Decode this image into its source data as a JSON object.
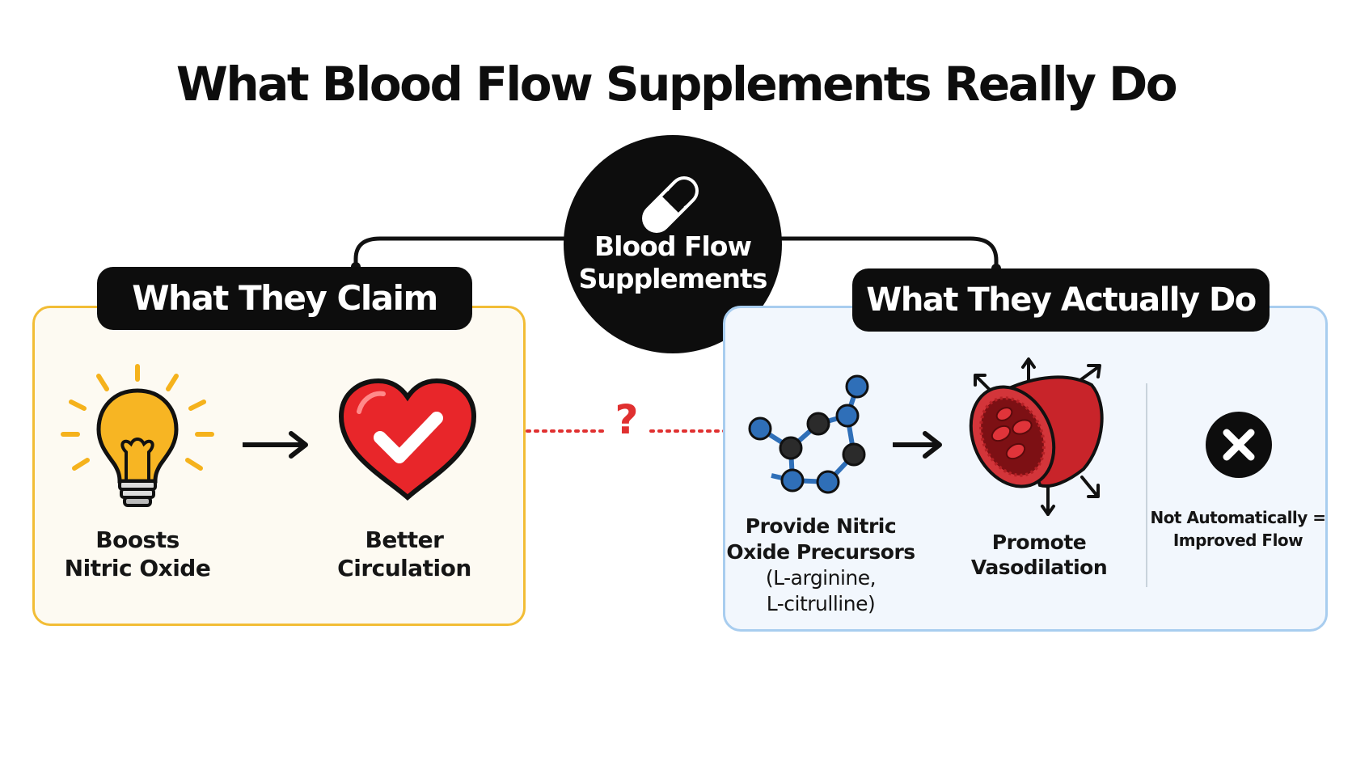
{
  "title": "What Blood Flow Supplements Really Do",
  "hub": {
    "label_line1": "Blood Flow",
    "label_line2": "Supplements",
    "icon": "pill-capsule-icon"
  },
  "claim_panel": {
    "heading": "What They Claim",
    "steps": [
      {
        "icon": "lightbulb-icon",
        "line1": "Boosts",
        "line2": "Nitric Oxide"
      },
      {
        "icon": "heart-check-icon",
        "line1": "Better",
        "line2": "Circulation"
      }
    ]
  },
  "connector_mark": "?",
  "actual_panel": {
    "heading": "What They Actually Do",
    "steps": [
      {
        "icon": "molecule-icon",
        "line1": "Provide Nitric",
        "line2": "Oxide Precursors",
        "line3": "(L-arginine,",
        "line4": "L-citrulline)"
      },
      {
        "icon": "blood-vessel-icon",
        "line1": "Promote",
        "line2": "Vasodilation"
      },
      {
        "icon": "x-circle-icon",
        "line1": "Not Automatically =",
        "line2": "Improved Flow"
      }
    ]
  },
  "colors": {
    "claim_border": "#f2bd36",
    "actual_border": "#a8cdef",
    "question_red": "#e03030",
    "heart_red": "#e8262a",
    "bulb_yellow": "#f5b21c",
    "molecule_blue": "#2f6fb8"
  }
}
